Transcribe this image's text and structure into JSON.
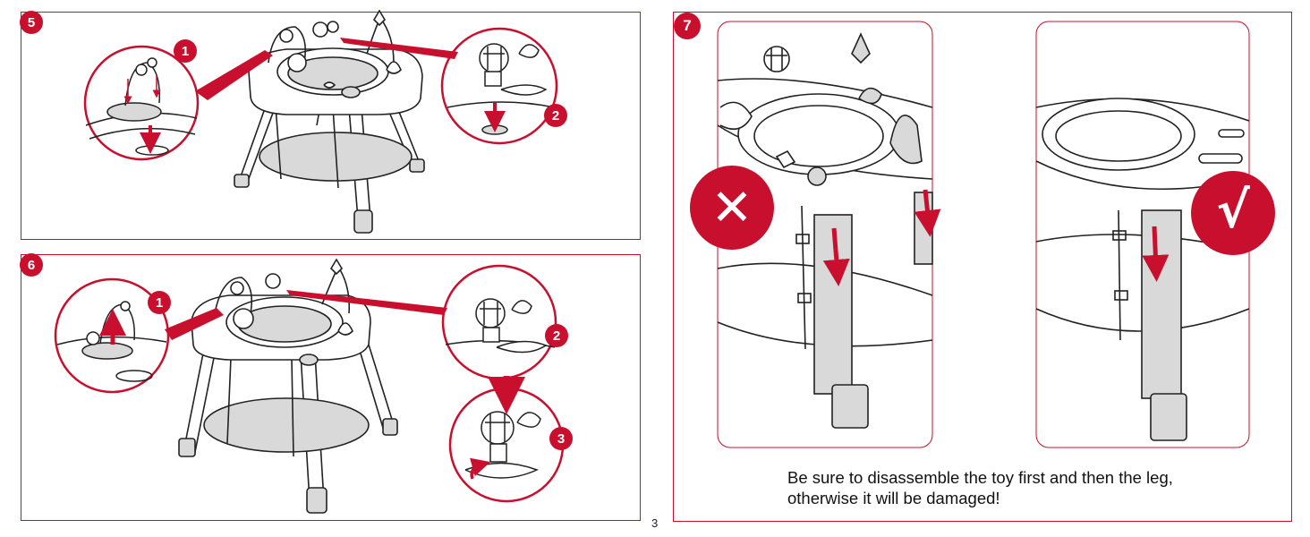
{
  "steps": {
    "s5": {
      "label": "5",
      "sub1": "1",
      "sub2": "2"
    },
    "s6": {
      "label": "6",
      "sub1": "1",
      "sub2": "2",
      "sub3": "3"
    },
    "s7": {
      "label": "7",
      "wrong_mark": "✕",
      "right_mark": "√"
    }
  },
  "note": {
    "line1": "Be sure to disassemble the toy first and then the leg,",
    "line2": "otherwise it will be damaged!"
  },
  "page_number": "3",
  "colors": {
    "accent": "#c8102e",
    "line": "#222222",
    "fill_gray": "#d9d9d9"
  }
}
